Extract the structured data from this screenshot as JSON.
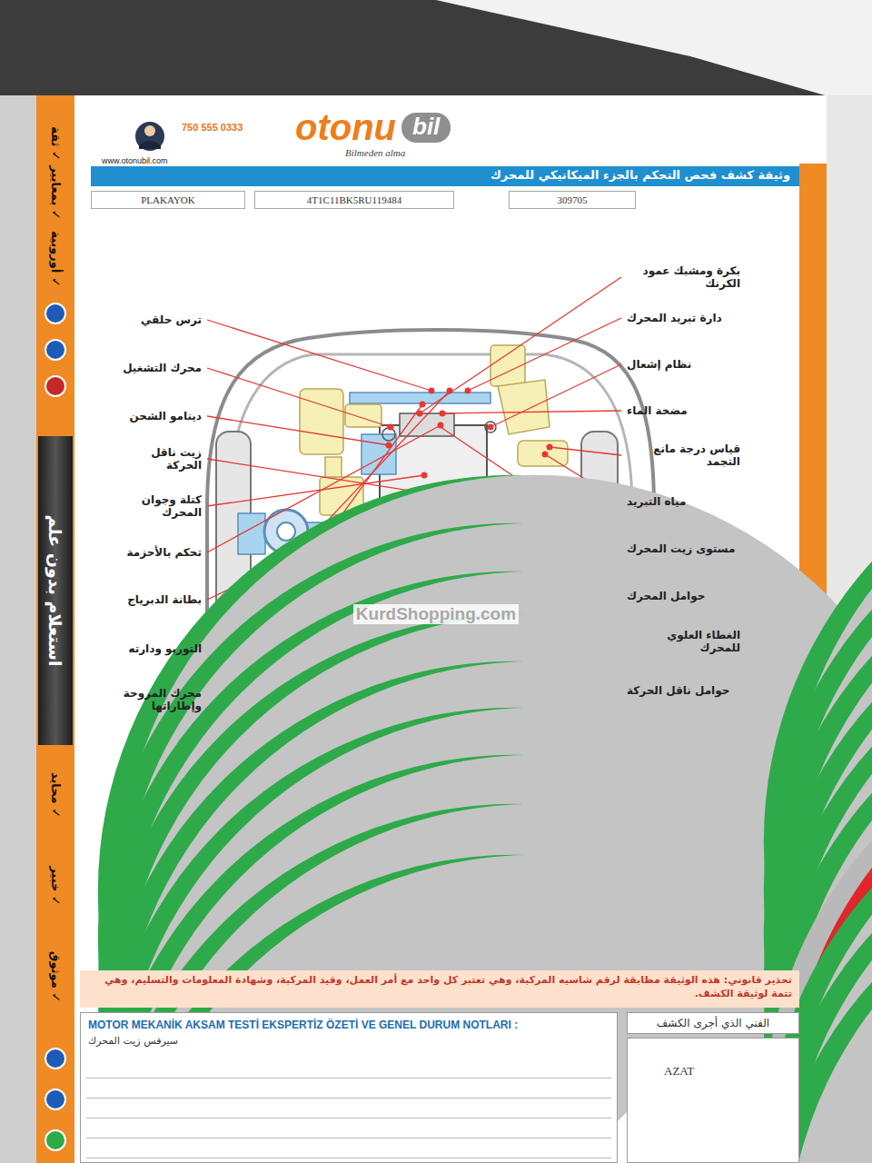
{
  "diagram": {
    "nodes": [
      {
        "text": [
          "وثيقة كشف فحص التحكم بالجزء الميكانيكي للمحرك"
        ]
      },
      {
        "text": [
          "PLAKAYOK"
        ]
      },
      {
        "text": [
          "4T1C11BK5RU119484"
        ]
      },
      {
        "text": [
          "309705"
        ]
      },
      {
        "text": [
          "تحذير قانوني: هذه الوثيقة مطابقة لرقم شاسيه المركبة، وهي تعتبر كل واحد مع أمر العمل، وقيد المركبة، وشهادة المعلومات والتسليم، وهي تتمة لوثيقة الكشف."
        ]
      },
      {
        "text": [
          "MOTOR MEKANİK AKSAM TESTİ EKSPERTİZ ÖZETİ VE GENEL DURUM NOTLARI :",
          "سيرفس زيت المحرك"
        ]
      },
      {
        "text": [
          "الفني الذي أجرى الكشف"
        ]
      },
      {
        "text": [
          "AZAT"
        ]
      },
      {
        "text": [
          "استعلام بدون علم"
        ]
      }
    ],
    "labels": [
      "otonu",
      "bil",
      "Bilmeden alma",
      "750 555 0333",
      "www.otonubil.com",
      "ثقة ✓",
      "بمعايير ✓",
      "أوروبية ✓",
      "محايد ✓",
      "خبير ✓",
      "موثوق ✓",
      "ترس حلقي",
      "محرك التشغيل",
      "دينامو الشحن",
      "زيت ناقل الحركة",
      "كتلة وجوان المحرك",
      "تحكم بالأحزمة",
      "بطانة الدبرياج",
      "التوربو ودارته",
      "محرك المروحة وإطاراتها",
      "بكرة ومشبك عمود الكرنك",
      "دارة تبريد المحرك",
      "نظام إشعال",
      "مضخة الماء",
      "قياس درجة مانع التجمد",
      "مياه التبريد",
      "مستوى زيت المحرك",
      "حوامل المحرك",
      "الغطاء العلوي للمحرك",
      "حوامل ناقل الحركة",
      "KurdShopping.com"
    ]
  }
}
